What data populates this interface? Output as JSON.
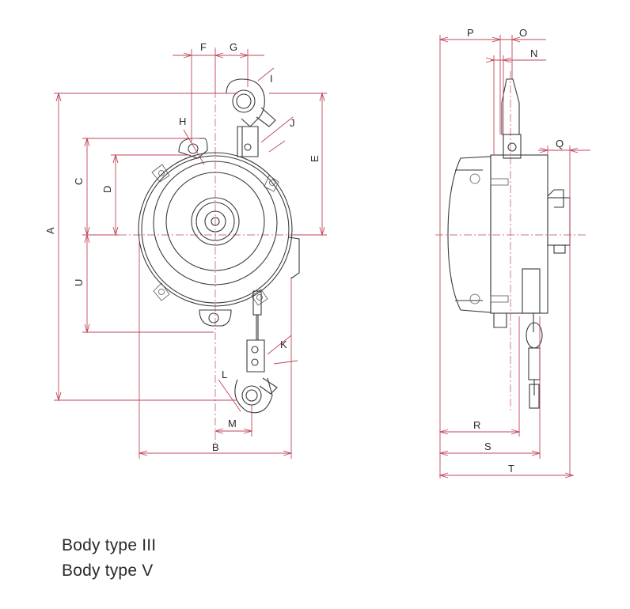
{
  "dimension_labels": {
    "A": "A",
    "B": "B",
    "C": "C",
    "D": "D",
    "E": "E",
    "F": "F",
    "G": "G",
    "H": "H",
    "I": "I",
    "J": "J",
    "K": "K",
    "L": "L",
    "M": "M",
    "N": "N",
    "O": "O",
    "P": "P",
    "Q": "Q",
    "R": "R",
    "S": "S",
    "T": "T",
    "U": "U"
  },
  "captions": [
    "Body type III",
    "Body type V"
  ]
}
